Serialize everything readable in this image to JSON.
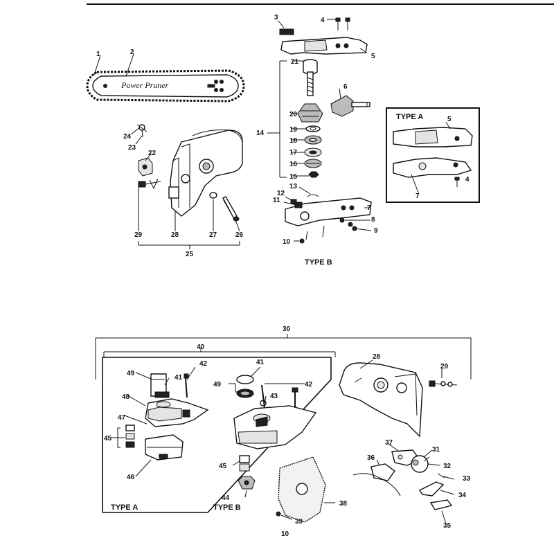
{
  "bar_label": "Power Pruner",
  "captions": {
    "type_a_box": "TYPE A",
    "type_b_top": "TYPE B",
    "type_a_bottom": "TYPE A",
    "type_b_bottom": "TYPE B"
  },
  "callouts": [
    {
      "id": "c1",
      "text": "1"
    },
    {
      "id": "c2",
      "text": "2"
    },
    {
      "id": "c3",
      "text": "3"
    },
    {
      "id": "c4",
      "text": "4"
    },
    {
      "id": "c5",
      "text": "5"
    },
    {
      "id": "c6",
      "text": "6"
    },
    {
      "id": "c7",
      "text": "7"
    },
    {
      "id": "c8",
      "text": "8"
    },
    {
      "id": "c9",
      "text": "9"
    },
    {
      "id": "c10",
      "text": "10"
    },
    {
      "id": "c11",
      "text": "11"
    },
    {
      "id": "c12",
      "text": "12"
    },
    {
      "id": "c13",
      "text": "13"
    },
    {
      "id": "c14",
      "text": "14"
    },
    {
      "id": "c15",
      "text": "15"
    },
    {
      "id": "c16",
      "text": "16"
    },
    {
      "id": "c17",
      "text": "17"
    },
    {
      "id": "c18",
      "text": "18"
    },
    {
      "id": "c19",
      "text": "19"
    },
    {
      "id": "c20",
      "text": "20"
    },
    {
      "id": "c21",
      "text": "21"
    },
    {
      "id": "c22",
      "text": "22"
    },
    {
      "id": "c23",
      "text": "23"
    },
    {
      "id": "c24",
      "text": "24"
    },
    {
      "id": "c25",
      "text": "25"
    },
    {
      "id": "c26",
      "text": "26"
    },
    {
      "id": "c27",
      "text": "27"
    },
    {
      "id": "c28",
      "text": "28"
    },
    {
      "id": "c29",
      "text": "29"
    },
    {
      "id": "b5",
      "text": "5"
    },
    {
      "id": "b4",
      "text": "4"
    },
    {
      "id": "b7",
      "text": "7"
    },
    {
      "id": "d30",
      "text": "30"
    },
    {
      "id": "d40",
      "text": "40"
    },
    {
      "id": "d42a",
      "text": "42"
    },
    {
      "id": "d49a",
      "text": "49"
    },
    {
      "id": "d41a",
      "text": "41"
    },
    {
      "id": "d48",
      "text": "48"
    },
    {
      "id": "d47",
      "text": "47"
    },
    {
      "id": "d45a",
      "text": "45"
    },
    {
      "id": "d46",
      "text": "46"
    },
    {
      "id": "d41b",
      "text": "41"
    },
    {
      "id": "d49b",
      "text": "49"
    },
    {
      "id": "d42b",
      "text": "42"
    },
    {
      "id": "d43",
      "text": "43"
    },
    {
      "id": "d45b",
      "text": "45"
    },
    {
      "id": "d44",
      "text": "44"
    },
    {
      "id": "d28",
      "text": "28"
    },
    {
      "id": "d29",
      "text": "29"
    },
    {
      "id": "d37",
      "text": "37"
    },
    {
      "id": "d31",
      "text": "31"
    },
    {
      "id": "d32",
      "text": "32"
    },
    {
      "id": "d36",
      "text": "36"
    },
    {
      "id": "d33",
      "text": "33"
    },
    {
      "id": "d34",
      "text": "34"
    },
    {
      "id": "d38",
      "text": "38"
    },
    {
      "id": "d39",
      "text": "39"
    },
    {
      "id": "d10",
      "text": "10"
    },
    {
      "id": "d35",
      "text": "35"
    }
  ]
}
